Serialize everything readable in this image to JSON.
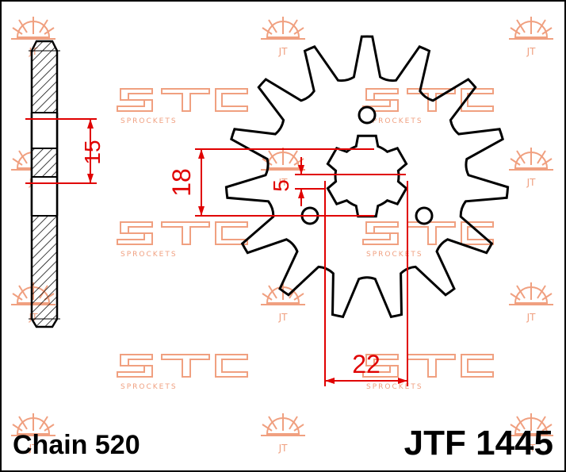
{
  "watermark": {
    "brand": "JT",
    "tagline": "SPROCKETS",
    "color": "#f0a080",
    "sun_icon": "sun-logo-icon"
  },
  "dimensions": {
    "side_thickness": "15",
    "bore_depth": "18",
    "spline_width": "5",
    "bore_diameter": "22",
    "line_color": "#e00000"
  },
  "footer": {
    "chain": "Chain 520",
    "part_number": "JTF 1445"
  },
  "teeth": 15
}
